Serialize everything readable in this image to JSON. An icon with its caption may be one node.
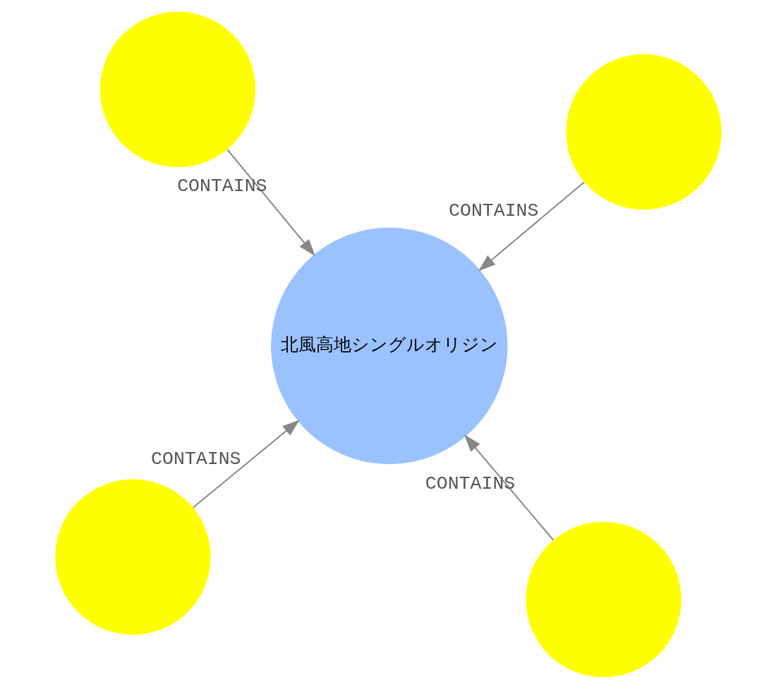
{
  "diagram": {
    "nodes": [
      {
        "text": [],
        "shape": "circle"
      },
      {
        "text": [],
        "shape": "circle"
      },
      {
        "text": [
          "北風高地シングルオリジン"
        ]
      },
      {
        "text": [],
        "shape": "circle"
      },
      {
        "text": [],
        "shape": "circle"
      }
    ],
    "edges": [
      {
        "from": 0,
        "to": 2,
        "arrow": "to",
        "label": "CONTAINS"
      },
      {
        "from": 1,
        "to": 2,
        "arrow": "to",
        "label": "CONTAINS"
      },
      {
        "from": 3,
        "to": 2,
        "arrow": "to",
        "label": "CONTAINS"
      },
      {
        "from": 4,
        "to": 2,
        "arrow": "to",
        "label": "CONTAINS"
      }
    ]
  }
}
